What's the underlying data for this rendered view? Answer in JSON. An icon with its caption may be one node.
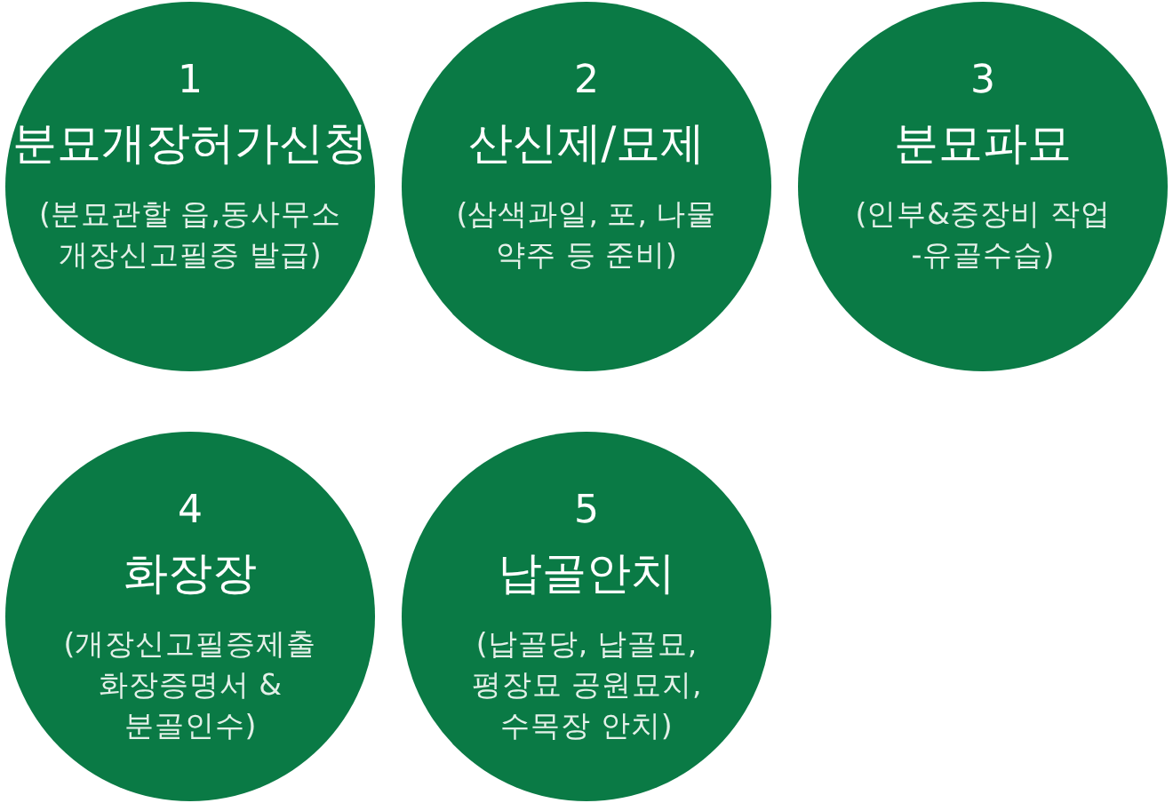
{
  "diagram": {
    "nodes": [
      {
        "text": [
          "1",
          "분묘개장허가신청",
          "(분묘관할 읍,동사무소 개장신고필증 발급)"
        ]
      },
      {
        "text": [
          "2",
          "산신제/묘제",
          "(삼색과일, 포, 나물 약주 등 준비)"
        ]
      },
      {
        "text": [
          "3",
          "분묘파묘",
          "(인부&중장비 작업 -유골수습)"
        ]
      },
      {
        "text": [
          "4",
          "화장장",
          "(개장신고필증제출 화장증명서 & 분골인수)"
        ]
      },
      {
        "text": [
          "5",
          "납골안치",
          "(납골당, 납골묘, 평장묘 공원묘지, 수목장 안치)"
        ]
      }
    ]
  }
}
